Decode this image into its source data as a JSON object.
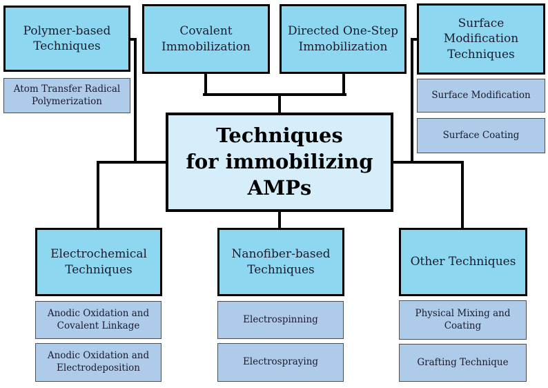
{
  "colors": {
    "main_box": "#8ed7f0",
    "sub_box": "#aecbe9",
    "center_box": "#d6eefa",
    "wire": "#000000",
    "text": "#1a1a2e"
  },
  "nodes": {
    "center": {
      "label": "Techniques\nfor immobilizing\nAMPs"
    },
    "polymer": {
      "label": "Polymer-based\nTechniques"
    },
    "atom_transfer": {
      "label": "Atom Transfer Radical\nPolymerization"
    },
    "covalent": {
      "label": "Covalent\nImmobilization"
    },
    "directed": {
      "label": "Directed One-Step\nImmobilization"
    },
    "surface_techniques": {
      "label": "Surface\nModification\nTechniques"
    },
    "surface_modification": {
      "label": "Surface Modification"
    },
    "surface_coating": {
      "label": "Surface Coating"
    },
    "electrochemical": {
      "label": "Electrochemical\nTechniques"
    },
    "anodic_covalent": {
      "label": "Anodic Oxidation and\nCovalent Linkage"
    },
    "anodic_electrodeposition": {
      "label": "Anodic Oxidation and\nElectrodeposition"
    },
    "nanofiber": {
      "label": "Nanofiber-based\nTechniques"
    },
    "electrospinning": {
      "label": "Electrospinning"
    },
    "electrospraying": {
      "label": "Electrospraying"
    },
    "other": {
      "label": "Other Techniques"
    },
    "physical_mixing": {
      "label": "Physical Mixing and\nCoating"
    },
    "grafting": {
      "label": "Grafting Technique"
    }
  }
}
